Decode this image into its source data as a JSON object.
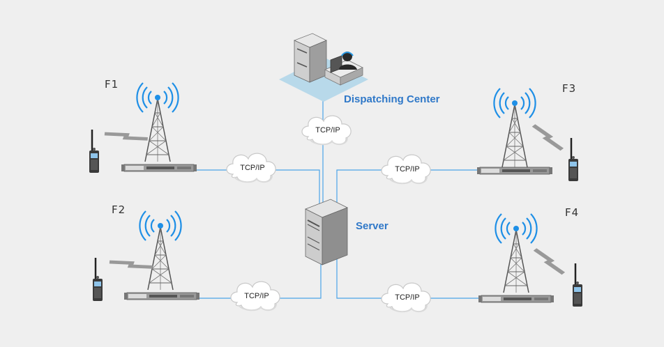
{
  "dispatching_center": {
    "label": "Dispatching Center"
  },
  "server": {
    "label": "Server"
  },
  "sites": [
    {
      "label": "F1"
    },
    {
      "label": "F2"
    },
    {
      "label": "F3"
    },
    {
      "label": "F4"
    }
  ],
  "links": [
    {
      "label": "TCP/IP"
    },
    {
      "label": "TCP/IP"
    },
    {
      "label": "TCP/IP"
    },
    {
      "label": "TCP/IP"
    },
    {
      "label": "TCP/IP"
    }
  ],
  "colors": {
    "link": "#4aa3e8",
    "accent": "#2f78c8",
    "signal": "#1e8fe6",
    "background": "#efefef"
  }
}
